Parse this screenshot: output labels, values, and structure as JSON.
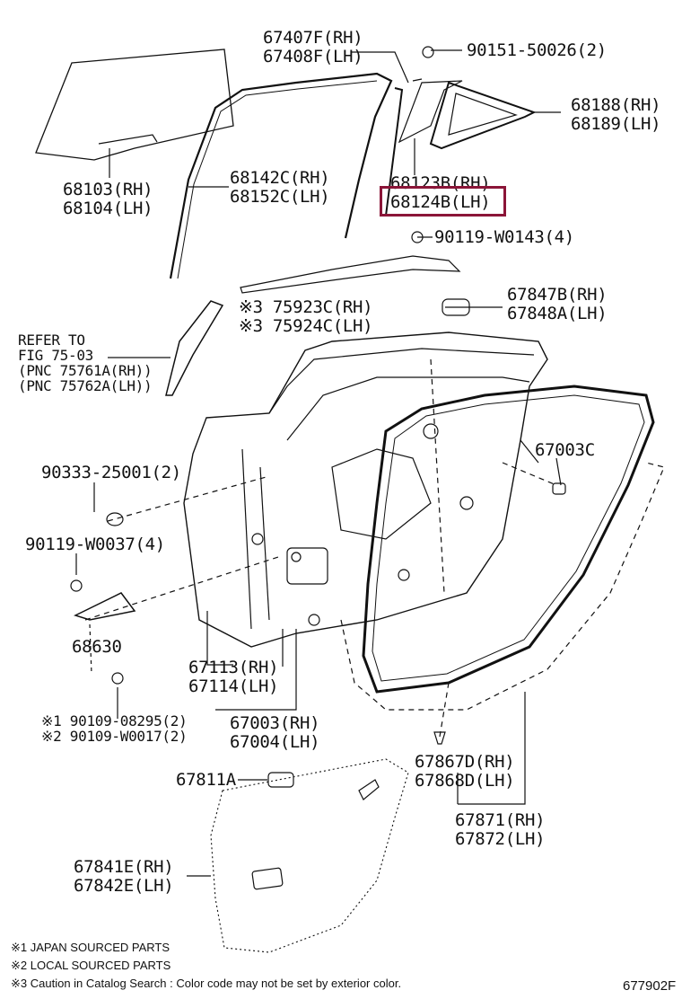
{
  "diagram": {
    "figure_code": "677902F",
    "highlight_color": "#8b1538",
    "callouts": {
      "c67407": [
        "67407F(RH)",
        "67408F(LH)"
      ],
      "c90151": [
        "90151-50026(2)"
      ],
      "c68188": [
        "68188(RH)",
        "68189(LH)"
      ],
      "c68103": [
        "68103(RH)",
        "68104(LH)"
      ],
      "c68142": [
        "68142C(RH)",
        "68152C(LH)"
      ],
      "c68123": [
        "68123B(RH)",
        "68124B(LH)"
      ],
      "c90119a": [
        "90119-W0143(4)"
      ],
      "c75923": [
        "※3 75923C(RH)",
        "※3 75924C(LH)"
      ],
      "c67847": [
        "67847B(RH)",
        "67848A(LH)"
      ],
      "crefer": [
        "REFER TO",
        "FIG 75-03",
        "(PNC 75761A(RH))",
        "(PNC 75762A(LH))"
      ],
      "c67003c": [
        "67003C"
      ],
      "c90333": [
        "90333-25001(2)"
      ],
      "c90119b": [
        "90119-W0037(4)"
      ],
      "c68630": [
        "68630"
      ],
      "c67113": [
        "67113(RH)",
        "67114(LH)"
      ],
      "c67003": [
        "67003(RH)",
        "67004(LH)"
      ],
      "c90109": [
        "※1 90109-08295(2)",
        "※2 90109-W0017(2)"
      ],
      "c67811": [
        "67811A"
      ],
      "c67867": [
        "67867D(RH)",
        "67868D(LH)"
      ],
      "c67871": [
        "67871(RH)",
        "67872(LH)"
      ],
      "c67841": [
        "67841E(RH)",
        "67842E(LH)"
      ]
    },
    "notes": [
      "※1 JAPAN SOURCED PARTS",
      "※2 LOCAL SOURCED PARTS",
      "※3 Caution in Catalog Search : Color code may not be set by exterior color."
    ]
  }
}
